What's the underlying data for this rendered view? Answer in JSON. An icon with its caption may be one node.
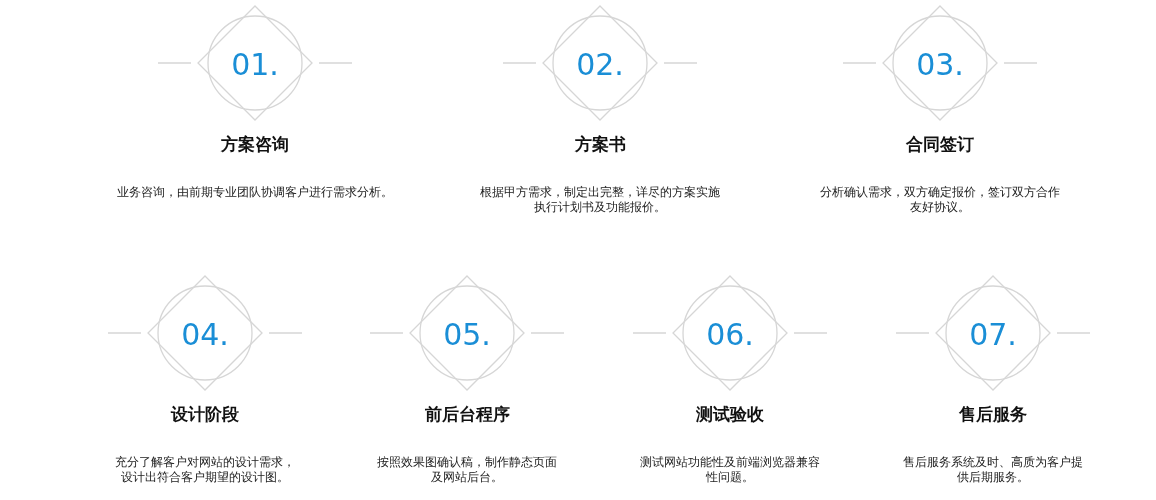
{
  "diagram": {
    "nodes": [
      {
        "text": [
          "01.",
          "方案咨询",
          "业务咨询，由前期专业团队协调客户进行需求分析。"
        ]
      },
      {
        "text": [
          "02.",
          "方案书",
          "根据甲方需求，制定出完整，详尽的方案实施执行计划书及功能报价。"
        ]
      },
      {
        "text": [
          "03.",
          "合同签订",
          "分析确认需求，双方确定报价，签订双方合作友好协议。"
        ]
      },
      {
        "text": [
          "04.",
          "设计阶段",
          "充分了解客户对网站的设计需求，设计出符合客户期望的设计图。"
        ]
      },
      {
        "text": [
          "05.",
          "前后台程序",
          "按照效果图确认稿，制作静态页面及网站后台。"
        ]
      },
      {
        "text": [
          "06.",
          "测试验收",
          "测试网站功能性及前端浏览器兼容性问题。"
        ]
      },
      {
        "text": [
          "07.",
          "售后服务",
          "售后服务系统及时、高质为客户提供后期服务。"
        ]
      }
    ],
    "edges": []
  }
}
